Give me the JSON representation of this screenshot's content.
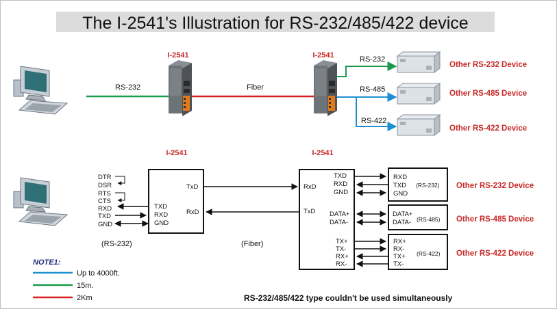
{
  "title": "The I-2541's Illustration for RS-232/485/422 device",
  "colors": {
    "rs232_line": "#1a9a4a",
    "fiber_line": "#d42020",
    "rs485_line": "#1e8fd0",
    "device_label": "#c82828",
    "model_label": "#c82828",
    "note_label": "#202a7a"
  },
  "top": {
    "left_model": "I-2541",
    "right_model": "I-2541",
    "link_rs232": "RS-232",
    "link_fiber": "Fiber",
    "port_rs232": "RS-232",
    "port_rs485": "RS-485",
    "port_rs422": "RS-422",
    "device_rs232": "Other RS-232 Device",
    "device_rs485": "Other RS-485 Device",
    "device_rs422": "Other RS-422 Device"
  },
  "bottom": {
    "left_model": "I-2541",
    "right_model": "I-2541",
    "pc_signals": [
      "DTR",
      "DSR",
      "RTS",
      "CTS",
      "RXD",
      "TXD",
      "GND"
    ],
    "left_box_pins_left": [
      "TXD",
      "RXD",
      "GND"
    ],
    "left_box_pins_right": [
      "TxD",
      "RxD"
    ],
    "right_box_pins_left": [
      "RxD",
      "TxD"
    ],
    "right_box_rs232_pins": [
      "TXD",
      "RXD",
      "GND"
    ],
    "right_box_rs485_pins": [
      "DATA+",
      "DATA-"
    ],
    "right_box_rs422_pins": [
      "TX+",
      "TX-",
      "RX+",
      "RX-"
    ],
    "dev232_pins": [
      "RXD",
      "TXD",
      "GND"
    ],
    "dev232_tag": "(RS-232)",
    "dev485_pins": [
      "DATA+",
      "DATA-"
    ],
    "dev485_tag": "(RS-485)",
    "dev422_pins": [
      "RX+",
      "RX-",
      "TX+",
      "TX-"
    ],
    "dev422_tag": "(RS-422)",
    "caption_rs232": "(RS-232)",
    "caption_fiber": "(Fiber)",
    "device_rs232": "Other RS-232 Device",
    "device_rs485": "Other RS-485 Device",
    "device_rs422": "Other RS-422 Device"
  },
  "note": {
    "title": "NOTE1:",
    "items": [
      {
        "label": "Up to 4000ft.",
        "color": "#1e8fd0"
      },
      {
        "label": "15m.",
        "color": "#1a9a4a"
      },
      {
        "label": "2Km",
        "color": "#d42020"
      }
    ]
  },
  "footer": "RS-232/485/422 type couldn't be used simultaneously"
}
